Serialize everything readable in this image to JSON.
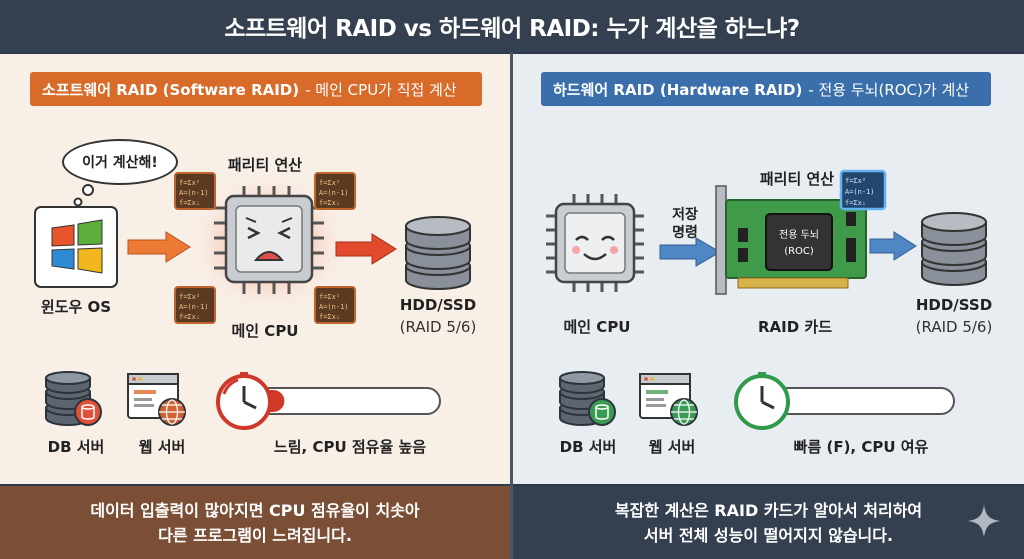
{
  "title": "소프트웨어 RAID vs 하드웨어 RAID: 누가 계산을 하느냐?",
  "left": {
    "tag_main": "소프트웨어 RAID (Software RAID)",
    "tag_desc": "- 메인 CPU가 직접 계산",
    "bubble": "이거 계산해!",
    "os_label": "윈도우 OS",
    "parity_label": "패리티 연산",
    "cpu_label": "메인 CPU",
    "disk_label": "HDD/SSD",
    "disk_sub": "(RAID 5/6)",
    "db_label": "DB 서버",
    "web_label": "웹 서버",
    "gauge_label": "느림, CPU 점유율 높음",
    "gauge_level": 0.2,
    "footer_line1": "데이터 입출력이 많아지면 CPU 점유율이 치솟아",
    "footer_line2": "다른 프로그램이 느려집니다.",
    "accent": "#d86a2a"
  },
  "right": {
    "tag_main": "하드웨어 RAID (Hardware RAID)",
    "tag_desc": "- 전용 두뇌(ROC)가 계산",
    "store_cmd_1": "저장",
    "store_cmd_2": "명령",
    "parity_label": "패리티 연산",
    "roc_line1": "전용 두뇌",
    "roc_line2": "(ROC)",
    "cpu_label": "메인 CPU",
    "card_label": "RAID 카드",
    "disk_label": "HDD/SSD",
    "disk_sub": "(RAID 5/6)",
    "db_label": "DB 서버",
    "web_label": "웹 서버",
    "gauge_label": "빠름 (F), CPU 여유",
    "gauge_level": 0.12,
    "footer_line1": "복잡한 계산은 RAID 카드가 알아서 처리하여",
    "footer_line2": "서버 전체 성능이 떨어지지 않습니다.",
    "accent": "#3b6fab"
  },
  "icons": [
    "windows-icon",
    "stressed-cpu-icon",
    "happy-cpu-icon",
    "disk-stack-icon",
    "database-icon",
    "web-server-icon",
    "stopwatch-icon",
    "raid-card-icon",
    "formula-chip-icon",
    "sparkle-icon"
  ],
  "colors": {
    "slow": "#d0382a",
    "fast": "#2e9a4a",
    "header_bg": "#34404f",
    "left_bg": "#f8efe7",
    "right_bg": "#e8edf2"
  }
}
